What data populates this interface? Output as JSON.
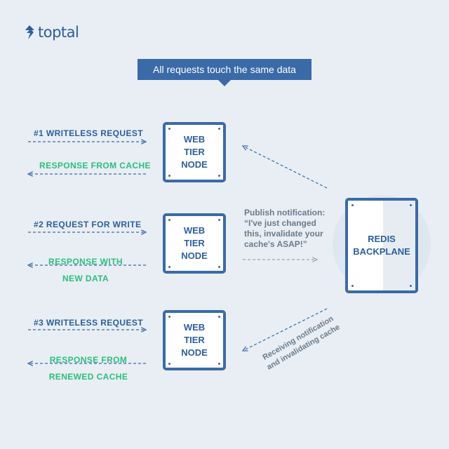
{
  "brand": {
    "logo_text": "toptal"
  },
  "banner": {
    "text": "All requests touch the same data"
  },
  "rows": [
    {
      "request": "#1 WRITELESS REQUEST",
      "response": "RESPONSE FROM CACHE",
      "node": "WEB\nTIER\nNODE"
    },
    {
      "request": "#2 REQUEST FOR WRITE",
      "response": "RESPONSE WITH\nNEW DATA",
      "node": "WEB\nTIER\nNODE"
    },
    {
      "request": "#3 WRITELESS REQUEST",
      "response": "RESPONSE FROM\nRENEWED CACHE",
      "node": "WEB\nTIER\nNODE"
    }
  ],
  "backplane": {
    "title": "REDIS\nBACKPLANE"
  },
  "notes": {
    "publish": "Publish notification:\n“I've just changed\nthis, invalidate your\ncache's ASAP!”",
    "receive": "Receiving notification\nand invalidating cache"
  },
  "colors": {
    "primary": "#3a6aa8",
    "text_blue": "#2c5f9e",
    "green": "#2bbf7e",
    "gray": "#6b7b8c",
    "background": "#e8eef3"
  }
}
